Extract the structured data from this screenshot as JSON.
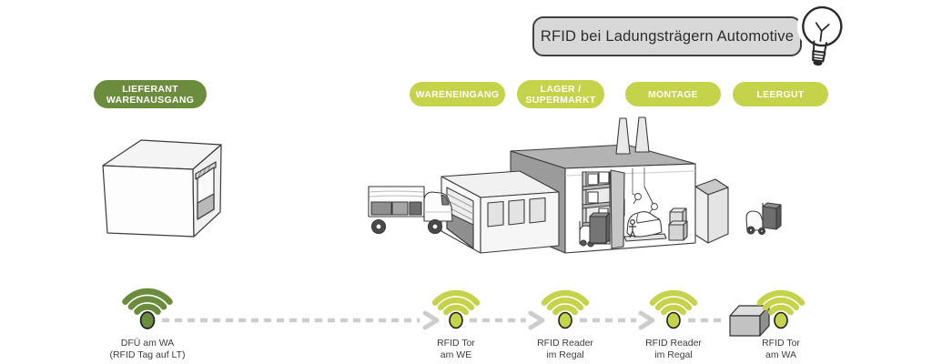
{
  "header": {
    "title": "RFID bei Ladungsträgern Automotive"
  },
  "stages": [
    {
      "line1": "LIEFERANT",
      "line2": "WARENAUSGANG",
      "style": "dark"
    },
    {
      "line1": "WARENEINGANG",
      "line2": "",
      "style": "light"
    },
    {
      "line1": "LAGER /",
      "line2": "SUPERMARKT",
      "style": "light"
    },
    {
      "line1": "MONTAGE",
      "line2": "",
      "style": "light"
    },
    {
      "line1": "LEERGUT",
      "line2": "",
      "style": "light"
    }
  ],
  "rfid_points": [
    {
      "line1": "DFÜ am WA",
      "line2": "(RFID Tag auf LT)",
      "signal": "dark-green"
    },
    {
      "line1": "RFID Tor",
      "line2": "am WE",
      "signal": "light-green"
    },
    {
      "line1": "RFID Reader",
      "line2": "im Regal",
      "signal": "light-green"
    },
    {
      "line1": "RFID Reader",
      "line2": "im Regal",
      "signal": "light-green"
    },
    {
      "line1": "RFID Tor",
      "line2": "am WA",
      "signal": "light-green"
    }
  ],
  "icons": {
    "lightbulb": "outlined bulb with Y-filament (idea/tip)",
    "rfid_signal": "three wifi arcs over a dot",
    "parcel_box": "small gray 3D carton"
  },
  "colors": {
    "light_green": "#c4d34a",
    "dark_green": "#6b8b3d",
    "title_box_bg": "#d8d8d8",
    "title_text": "#2d2d2d",
    "pill_text": "#ffffff",
    "label_text": "#3d3d3d",
    "arrow_gray": "#cdcdcd"
  }
}
